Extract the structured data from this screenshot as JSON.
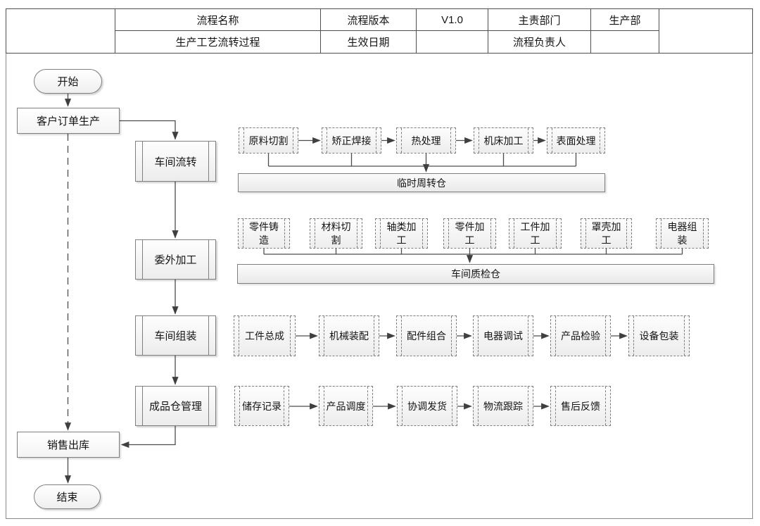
{
  "header": {
    "process_name_label": "流程名称",
    "process_name_value": "生产工艺流转过程",
    "version_label": "流程版本",
    "version_value": "V1.0",
    "effective_date_label": "生效日期",
    "effective_date_value": "",
    "department_label": "主责部门",
    "department_value": "生产部",
    "owner_label": "流程负责人",
    "owner_value": ""
  },
  "nodes": {
    "start": "开始",
    "customer_order": "客户订单生产",
    "workshop_flow": "车间流转",
    "outsourcing": "委外加工",
    "workshop_assembly": "车间组装",
    "finished_goods_mgmt": "成品仓管理",
    "sales_outbound": "销售出库",
    "end": "结束",
    "temp_transit_warehouse": "临时周转仓",
    "workshop_qc_warehouse": "车间质检仓"
  },
  "steps": {
    "workshop_flow": [
      "原料切割",
      "矫正焊接",
      "热处理",
      "机床加工",
      "表面处理"
    ],
    "outsourcing": [
      "零件铸造",
      "材料切割",
      "轴类加工",
      "零件加工",
      "工件加工",
      "罩壳加工",
      "电器组装"
    ],
    "assembly": [
      "工件总成",
      "机械装配",
      "配件组合",
      "电器调试",
      "产品检验",
      "设备包装"
    ],
    "finished_goods": [
      "储存记录",
      "产品调度",
      "协调发货",
      "物流跟踪",
      "售后反馈"
    ]
  },
  "colors": {
    "line": "#4d4d4d",
    "box_border": "#7f7f7f",
    "fill_light": "#ededed"
  }
}
